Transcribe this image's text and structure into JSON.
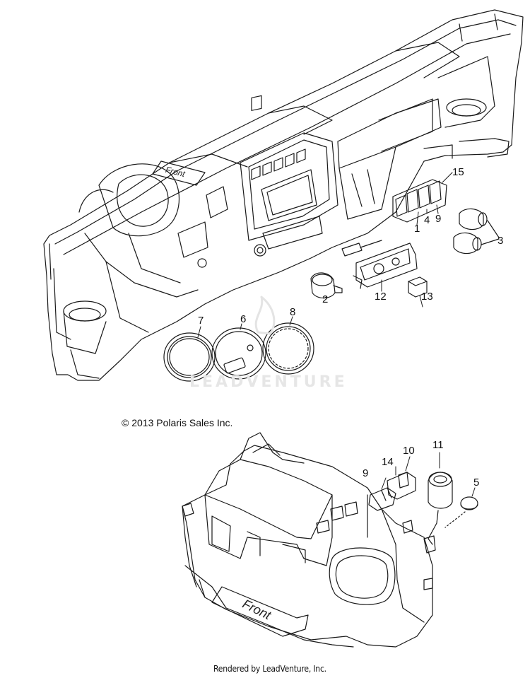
{
  "copyright": "© 2013 Polaris Sales Inc.",
  "watermark": "LEADVENTURE",
  "rendered_by": "Rendered by LeadVenture, Inc.",
  "front_label_top": "Front",
  "front_label_bottom": "Front",
  "callouts_top": [
    "15",
    "1",
    "4",
    "9",
    "3",
    "12",
    "13",
    "2",
    "7",
    "6",
    "8"
  ],
  "callouts_bottom": [
    "11",
    "10",
    "14",
    "9",
    "5"
  ],
  "colors": {
    "line": "#1a1a1a",
    "paper": "#ffffff",
    "watermark": "#e6e6e6"
  }
}
